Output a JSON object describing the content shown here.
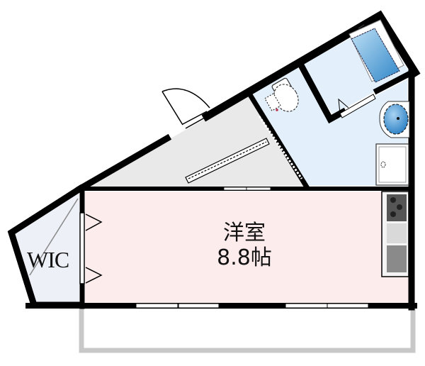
{
  "floor_plan": {
    "rooms": [
      {
        "id": "western-room",
        "name": "洋室",
        "size": "8.8帖",
        "fill": "#fdecec"
      },
      {
        "id": "wic",
        "name": "WIC",
        "fill": "#eef0f8"
      },
      {
        "id": "entrance-corridor",
        "fill": "#e9e9e9"
      },
      {
        "id": "wet-area",
        "fill": "#e3effb"
      },
      {
        "id": "bathroom",
        "fill": "#e3effb"
      },
      {
        "id": "balcony",
        "stroke": "#c8c8c8"
      }
    ],
    "fixtures": [
      "bathtub",
      "toilet",
      "wash-basin",
      "washing-machine-pan",
      "kitchen-stove",
      "kitchen-sink",
      "entry-door",
      "sliding-doors",
      "windows"
    ],
    "colors": {
      "wall": "#000000",
      "room_pink": "#fdecec",
      "wet_blue": "#e3effb",
      "corridor_gray": "#e9e9e9",
      "wic_lavender": "#eef0f8",
      "fixture_blue": "#3a8fd0",
      "stove_dark": "#555555",
      "balcony_gray": "#c8c8c8"
    }
  }
}
